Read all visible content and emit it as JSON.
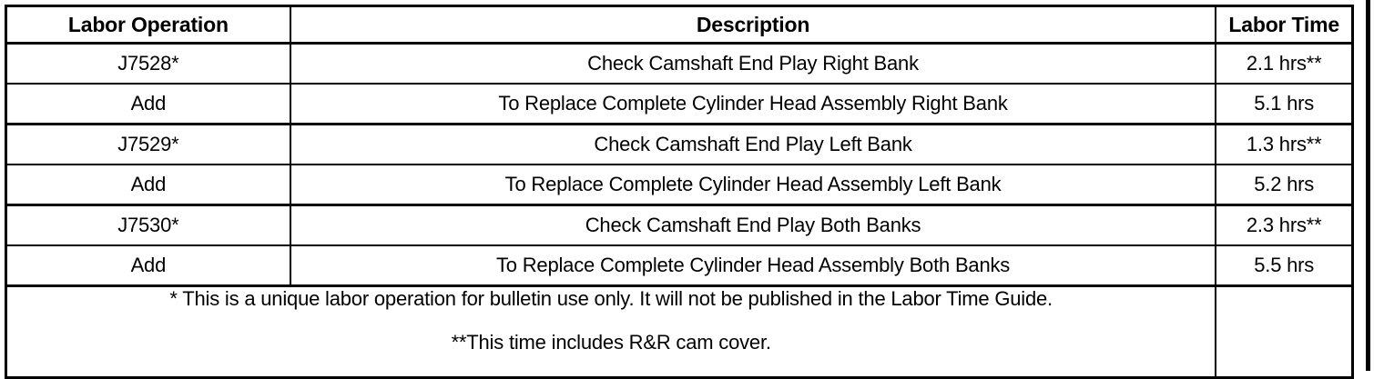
{
  "table": {
    "columns": [
      {
        "key": "operation",
        "header": "Labor Operation"
      },
      {
        "key": "description",
        "header": "Description"
      },
      {
        "key": "time",
        "header": "Labor Time"
      }
    ],
    "rows": [
      {
        "operation": "J7528*",
        "description": "Check Camshaft End Play Right Bank",
        "time": "2.1 hrs**"
      },
      {
        "operation": "Add",
        "description": "To Replace Complete Cylinder Head Assembly Right Bank",
        "time": "5.1 hrs"
      },
      {
        "operation": "J7529*",
        "description": "Check Camshaft End Play Left Bank",
        "time": "1.3 hrs**"
      },
      {
        "operation": "Add",
        "description": "To Replace Complete Cylinder Head Assembly Left Bank",
        "time": "5.2 hrs"
      },
      {
        "operation": "J7530*",
        "description": "Check Camshaft End Play Both Banks",
        "time": "2.3 hrs**"
      },
      {
        "operation": "Add",
        "description": "To Replace Complete Cylinder Head Assembly Both Banks",
        "time": "5.5 hrs"
      }
    ],
    "footnotes": {
      "single_asterisk": "* This is a unique labor operation for bulletin use only. It will not be published in the Labor Time Guide.",
      "double_asterisk": "**This time includes R&R cam cover.",
      "time_cell": ""
    }
  },
  "style": {
    "border_color": "#000000",
    "text_color": "#000000",
    "background": "#ffffff"
  }
}
